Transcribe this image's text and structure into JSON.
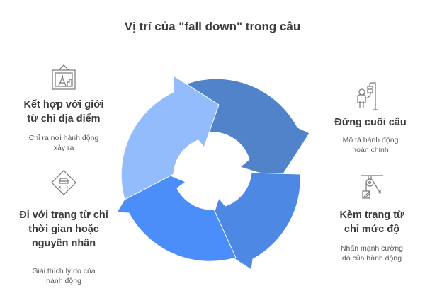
{
  "title": "Vị trí của \"fall down\" trong câu",
  "colors": {
    "segment_top_right": "#5183CB",
    "segment_top_left": "#93BCFC",
    "segment_bottom_left": "#4C8EF9",
    "segment_bottom_right": "#4D88E5"
  },
  "items": [
    {
      "position": "top-left",
      "icon": "picture-frame-icon",
      "heading_lines": [
        "Kết hợp với giới",
        "từ chỉ địa điểm"
      ],
      "desc_lines": [
        "Chỉ ra nơi hành động",
        "xảy ra"
      ]
    },
    {
      "position": "bottom-left",
      "icon": "slippery-road-sign-icon",
      "heading_lines": [
        "Đi với trạng từ chỉ",
        "thời gian hoặc",
        "nguyên nhân"
      ],
      "desc_lines": [
        "Giải thích lý do của",
        "hành động"
      ]
    },
    {
      "position": "top-right",
      "icon": "patient-iv-drip-icon",
      "heading_lines": [
        "Đứng cuối câu"
      ],
      "desc_lines": [
        "Mô tả hành động",
        "hoàn chỉnh"
      ]
    },
    {
      "position": "bottom-right",
      "icon": "pulley-weight-icon",
      "heading_lines": [
        "Kèm trạng từ",
        "chỉ mức độ"
      ],
      "desc_lines": [
        "Nhấn mạnh cường",
        "độ của hành động"
      ]
    }
  ]
}
